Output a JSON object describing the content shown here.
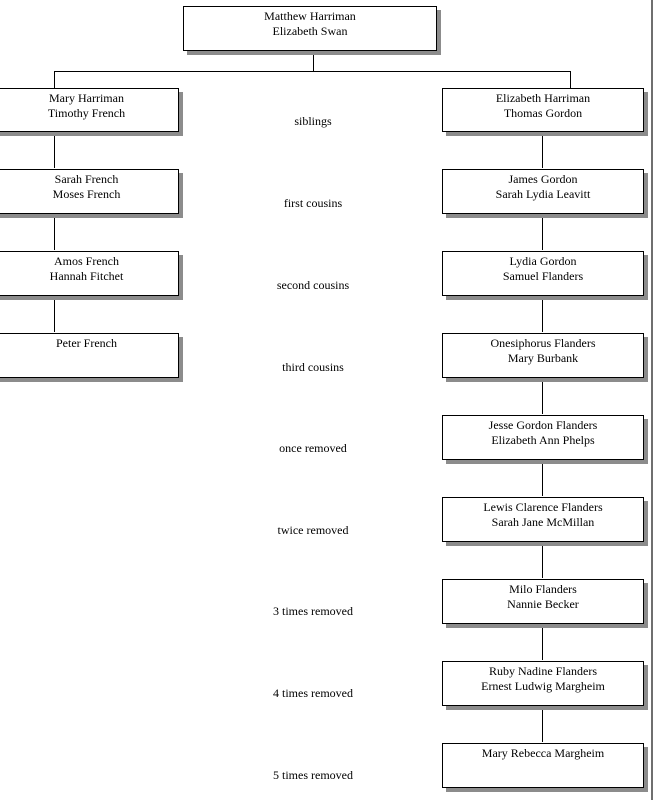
{
  "root": {
    "person1": "Matthew Harriman",
    "person2": "Elizabeth Swan"
  },
  "left_branch": [
    {
      "person1": "Mary Harriman",
      "person2": "Timothy French"
    },
    {
      "person1": "Sarah French",
      "person2": "Moses French"
    },
    {
      "person1": "Amos French",
      "person2": "Hannah Fitchet"
    },
    {
      "person1": "Peter French",
      "person2": ""
    }
  ],
  "right_branch": [
    {
      "person1": "Elizabeth Harriman",
      "person2": "Thomas Gordon"
    },
    {
      "person1": "James Gordon",
      "person2": "Sarah Lydia Leavitt"
    },
    {
      "person1": "Lydia Gordon",
      "person2": "Samuel Flanders"
    },
    {
      "person1": "Onesiphorus Flanders",
      "person2": "Mary Burbank"
    },
    {
      "person1": "Jesse Gordon Flanders",
      "person2": "Elizabeth Ann Phelps"
    },
    {
      "person1": "Lewis Clarence Flanders",
      "person2": "Sarah Jane McMillan"
    },
    {
      "person1": "Milo Flanders",
      "person2": "Nannie Becker"
    },
    {
      "person1": "Ruby Nadine Flanders",
      "person2": "Ernest Ludwig Margheim"
    },
    {
      "person1": "Mary Rebecca Margheim",
      "person2": ""
    }
  ],
  "relationships": [
    "siblings",
    "first cousins",
    "second cousins",
    "third cousins",
    "once removed",
    "twice removed",
    "3 times removed",
    "4 times removed",
    "5 times removed"
  ]
}
